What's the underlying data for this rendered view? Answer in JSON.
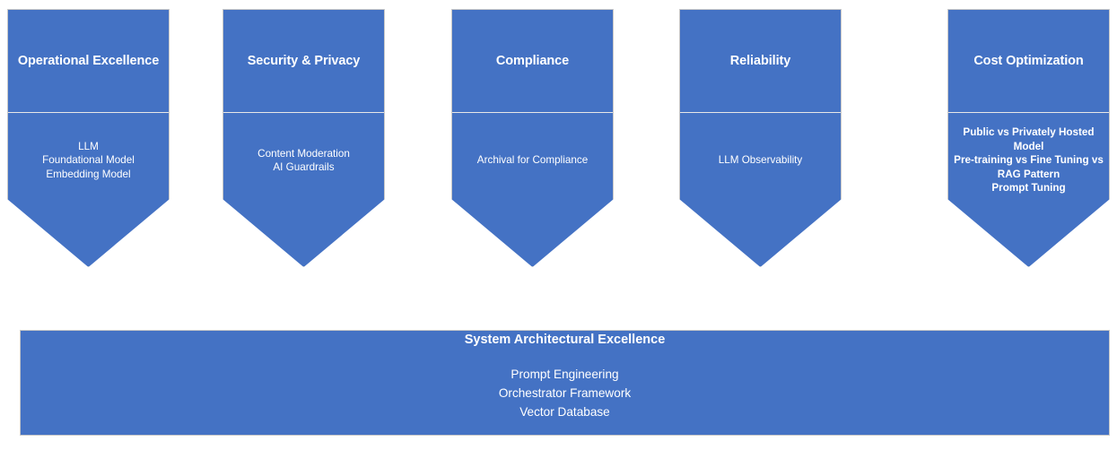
{
  "diagram": {
    "background_color": "#FFFFFF",
    "shape_fill_color": "#4472C4",
    "shape_border_color": "#C8C8C8",
    "text_color": "#FFFFFF",
    "divider_color": "#E8E8E8",
    "pillars": [
      {
        "title": "Operational Excellence",
        "items": [
          "LLM",
          "Foundational Model",
          "Embedding Model"
        ],
        "bold_items": false
      },
      {
        "title": "Security & Privacy",
        "items": [
          "Content Moderation",
          "AI Guardrails"
        ],
        "bold_items": false
      },
      {
        "title": "Compliance",
        "items": [
          "Archival for Compliance"
        ],
        "bold_items": false
      },
      {
        "title": "Reliability",
        "items": [
          "LLM Observability"
        ],
        "bold_items": false
      },
      {
        "title": "Cost Optimization",
        "items": [
          "Public vs Privately Hosted",
          "Model",
          "Pre-training vs Fine Tuning vs",
          "RAG Pattern",
          "Prompt Tuning"
        ],
        "bold_items": true
      }
    ],
    "foundation": {
      "title": "System Architectural Excellence",
      "items": [
        "Prompt Engineering",
        "Orchestrator Framework",
        "Vector Database"
      ]
    }
  }
}
